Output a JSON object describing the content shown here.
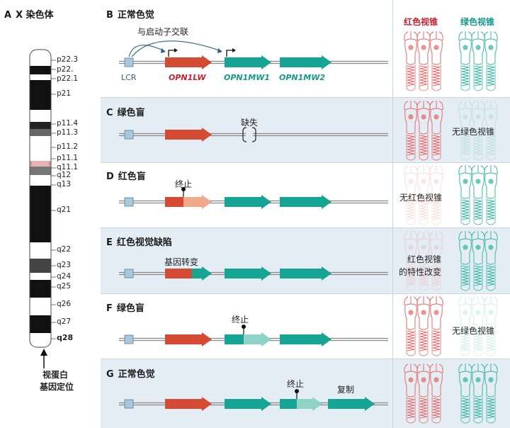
{
  "panel_a": {
    "title_letter": "A",
    "title_text": "X 染色体",
    "bands": [
      "p22.3",
      "p22.",
      "p22.1",
      "p21",
      "p11.4",
      "p11.3",
      "p11.2",
      "p11.1",
      "q11.1",
      "q12",
      "q13",
      "q21",
      "q22",
      "q23",
      "q24",
      "q25",
      "q26",
      "q27",
      "q28"
    ],
    "locus_label_line1": "视蛋白",
    "locus_label_line2": "基因定位"
  },
  "cone_headers": {
    "red": "红色视锥",
    "green": "绿色视锥"
  },
  "colors": {
    "red_gene": "#d44a33",
    "green_gene": "#16a594",
    "red_text": "#c8202e",
    "green_text": "#139a8a",
    "row_shade": "#e4edf4",
    "lcr_box": "#a9c8dc"
  },
  "panels": [
    {
      "letter": "B",
      "title": "正常色觉",
      "promoter_note": "与启动子交联",
      "lcr_label": "LCR",
      "gene_labels": [
        "OPN1LW",
        "OPN1MW1",
        "OPN1MW2"
      ]
    },
    {
      "letter": "C",
      "title": "绿色盲",
      "deletion_label": "缺失",
      "cone_note": "无绿色视锥"
    },
    {
      "letter": "D",
      "title": "红色盲",
      "stop_label": "终止",
      "cone_note": "无红色视锥"
    },
    {
      "letter": "E",
      "title": "红色视觉缺陷",
      "mutation_label": "基因转变",
      "cone_note_line1": "红色视锥",
      "cone_note_line2": "的特性改变"
    },
    {
      "letter": "F",
      "title": "绿色盲",
      "stop_label": "终止",
      "cone_note": "无绿色视锥"
    },
    {
      "letter": "G",
      "title": "正常色觉",
      "stop_label": "终止",
      "copy_label": "复制"
    }
  ]
}
